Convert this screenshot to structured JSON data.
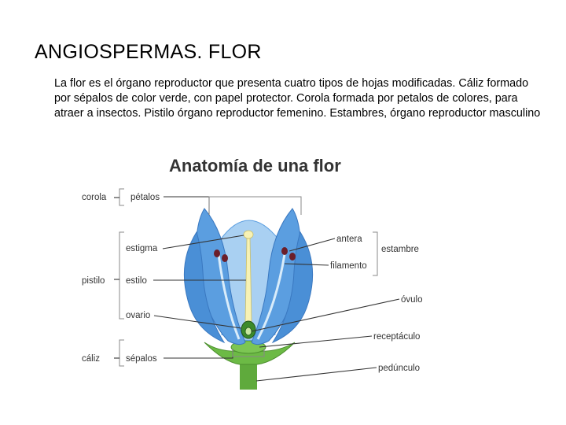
{
  "slide": {
    "title": "ANGIOSPERMAS. FLOR",
    "body": "La flor es el órgano reproductor que presenta cuatro tipos de hojas modificadas. Cáliz formado por sépalos de color verde, con papel protector. Corola formada por petalos de colores, para atraer a insectos. Pistilo órgano reproductor femenino. Estambres, órgano reproductor masculino"
  },
  "diagram": {
    "title": "Anatomía de una flor",
    "groups": {
      "corola": "corola",
      "pistilo": "pistilo",
      "caliz": "cáliz",
      "estambre": "estambre"
    },
    "labels": {
      "petalos": "pétalos",
      "estigma": "estigma",
      "estilo": "estilo",
      "ovario": "ovario",
      "sepalos": "sépalos",
      "antera": "antera",
      "filamento": "filamento",
      "ovulo": "óvulo",
      "receptaculo": "receptáculo",
      "pedunculo": "pedúnculo"
    },
    "colors": {
      "petal": "#5b9ee0",
      "petal_light": "#a9d0f2",
      "stem": "#5faa3c",
      "style": "#f7f2b4",
      "anther": "#6b1e2a"
    }
  }
}
